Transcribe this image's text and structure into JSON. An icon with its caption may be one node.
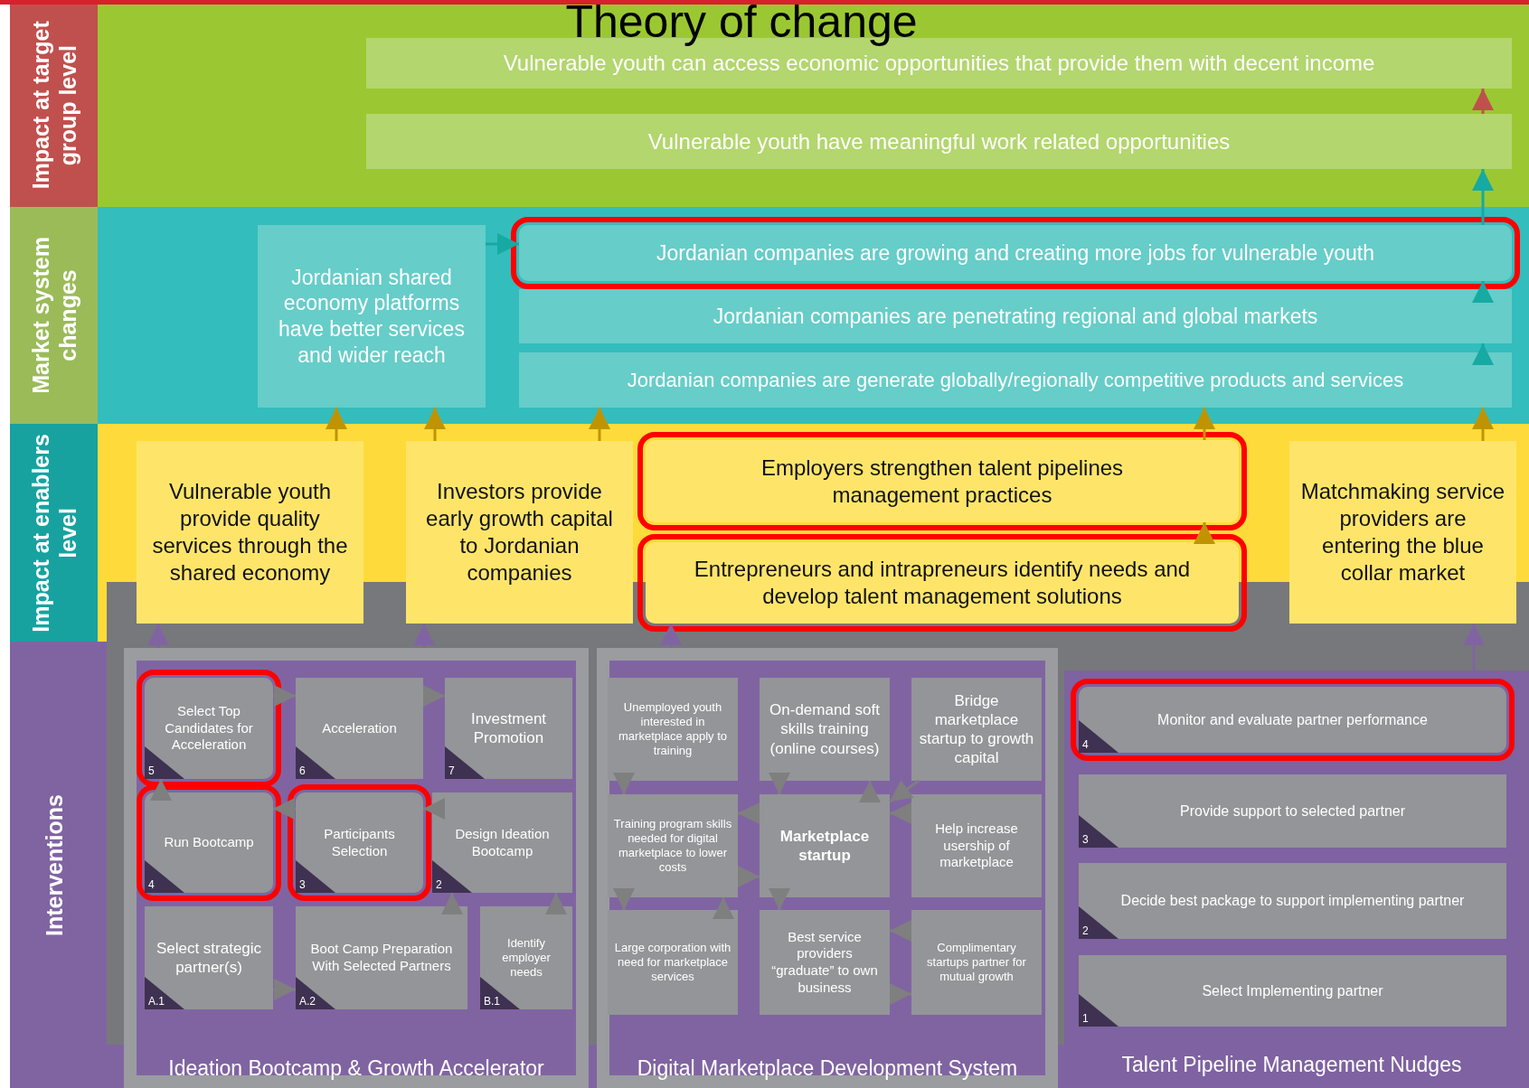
{
  "diagram": {
    "title": "Theory of change",
    "nodes": [
      {
        "text": [
          "Impact at target group level"
        ]
      },
      {
        "text": [
          "Market system changes"
        ]
      },
      {
        "text": [
          "Impact at enablers level"
        ]
      },
      {
        "text": [
          "Interventions"
        ]
      },
      {
        "text": [
          "Vulnerable youth can access economic opportunities that provide them with decent income"
        ]
      },
      {
        "text": [
          "Vulnerable youth have meaningful work related opportunities"
        ]
      },
      {
        "text": [
          "Jordanian shared economy platforms have better services and wider reach"
        ]
      },
      {
        "text": [
          "Jordanian companies are growing and creating more jobs for vulnerable youth"
        ]
      },
      {
        "text": [
          "Jordanian companies are penetrating regional and global markets"
        ]
      },
      {
        "text": [
          "Jordanian companies are generate globally/regionally competitive products and services"
        ]
      },
      {
        "text": [
          "Vulnerable youth provide quality services through the shared economy"
        ]
      },
      {
        "text": [
          "Investors provide early growth capital to Jordanian companies"
        ]
      },
      {
        "text": [
          "Employers strengthen talent pipelines management practices"
        ]
      },
      {
        "text": [
          "Entrepreneurs and intrapreneurs identify needs and develop talent management solutions"
        ]
      },
      {
        "text": [
          "Matchmaking service providers are entering the blue collar market"
        ]
      },
      {
        "text": [
          "Ideation Bootcamp & Growth Accelerator"
        ]
      },
      {
        "text": [
          "Digital Marketplace Development System"
        ]
      },
      {
        "text": [
          "Talent Pipeline Management Nudges"
        ]
      },
      {
        "text": [
          "Select Top Candidates for Acceleration",
          "5"
        ],
        "in": 15
      },
      {
        "text": [
          "Acceleration",
          "6"
        ],
        "in": 15
      },
      {
        "text": [
          "Investment Promotion",
          "7"
        ],
        "in": 15
      },
      {
        "text": [
          "Run Bootcamp",
          "4"
        ],
        "in": 15
      },
      {
        "text": [
          "Participants Selection",
          "3"
        ],
        "in": 15
      },
      {
        "text": [
          "Design Ideation Bootcamp",
          "2"
        ],
        "in": 15
      },
      {
        "text": [
          "Select strategic partner(s)",
          "A.1"
        ],
        "in": 15
      },
      {
        "text": [
          "Boot Camp Preparation With Selected Partners",
          "A.2"
        ],
        "in": 15
      },
      {
        "text": [
          "Identify employer needs",
          "B.1"
        ],
        "in": 15
      },
      {
        "text": [
          "Unemployed youth interested in marketplace apply to training"
        ],
        "in": 16
      },
      {
        "text": [
          "On-demand soft skills training (online courses)"
        ],
        "in": 16
      },
      {
        "text": [
          "Bridge marketplace startup to growth capital"
        ],
        "in": 16
      },
      {
        "text": [
          "Training program skills needed for digital marketplace to lower costs"
        ],
        "in": 16
      },
      {
        "text": [
          "Marketplace startup"
        ],
        "in": 16
      },
      {
        "text": [
          "Help increase usership of marketplace"
        ],
        "in": 16
      },
      {
        "text": [
          "Large corporation with need for marketplace services"
        ],
        "in": 16
      },
      {
        "text": [
          "Best service providers “graduate” to own business"
        ],
        "in": 16
      },
      {
        "text": [
          "Complimentary startups partner for mutual growth"
        ],
        "in": 16
      },
      {
        "text": [
          "Monitor and evaluate partner performance",
          "4"
        ],
        "in": 17
      },
      {
        "text": [
          "Provide support to selected partner",
          "3"
        ],
        "in": 17
      },
      {
        "text": [
          "Decide best package to support implementing partner",
          "2"
        ],
        "in": 17
      },
      {
        "text": [
          "Select Implementing partner",
          "1"
        ],
        "in": 17
      }
    ],
    "edges": [
      {
        "from": 5,
        "to": 4,
        "arrow": "to",
        "color": "#c0504d"
      },
      {
        "from": 7,
        "to": 5,
        "arrow": "to",
        "color": "#17a9a3"
      },
      {
        "from": 6,
        "to": 7,
        "arrow": "to",
        "color": "#17a9a3"
      },
      {
        "from": 8,
        "to": 7,
        "arrow": "to",
        "color": "#17a9a3"
      },
      {
        "from": 9,
        "to": 8,
        "arrow": "to",
        "color": "#17a9a3"
      },
      {
        "from": 10,
        "to": 6,
        "arrow": "to",
        "color": "#c09400"
      },
      {
        "from": 11,
        "to": 6,
        "arrow": "to",
        "color": "#c09400"
      },
      {
        "from": 11,
        "to": 9,
        "arrow": "to",
        "color": "#c09400"
      },
      {
        "from": 12,
        "to": 9,
        "arrow": "to",
        "color": "#c09400"
      },
      {
        "from": 14,
        "to": 9,
        "arrow": "to",
        "color": "#c09400"
      },
      {
        "from": 13,
        "to": 12,
        "arrow": "to",
        "color": "#c09400"
      },
      {
        "from": 15,
        "to": 10,
        "arrow": "to",
        "color": "#8064a2"
      },
      {
        "from": 15,
        "to": 11,
        "arrow": "to",
        "color": "#8064a2"
      },
      {
        "from": 16,
        "to": 13,
        "arrow": "to",
        "color": "#8064a2"
      },
      {
        "from": 17,
        "to": 14,
        "arrow": "to",
        "color": "#8064a2"
      },
      {
        "from": 18,
        "to": 19,
        "arrow": "to"
      },
      {
        "from": 19,
        "to": 20,
        "arrow": "to"
      },
      {
        "from": 21,
        "to": 18,
        "arrow": "to"
      },
      {
        "from": 22,
        "to": 21,
        "arrow": "to"
      },
      {
        "from": 23,
        "to": 22,
        "arrow": "to"
      },
      {
        "from": 24,
        "to": 25,
        "arrow": "to"
      },
      {
        "from": 25,
        "to": 23,
        "arrow": "to"
      },
      {
        "from": 26,
        "to": 23,
        "arrow": "to"
      },
      {
        "from": 27,
        "to": 30,
        "arrow": "to"
      },
      {
        "from": 30,
        "to": 33,
        "arrow": "to"
      },
      {
        "from": 33,
        "to": 30,
        "arrow": "to"
      },
      {
        "from": 31,
        "to": 30,
        "arrow": "to"
      },
      {
        "from": 30,
        "to": 31,
        "arrow": "to"
      },
      {
        "from": 28,
        "to": 31,
        "arrow": "to"
      },
      {
        "from": 31,
        "to": 28,
        "arrow": "to"
      },
      {
        "from": 32,
        "to": 31,
        "arrow": "to"
      },
      {
        "from": 29,
        "to": 31,
        "arrow": "to"
      },
      {
        "from": 31,
        "to": 34,
        "arrow": "to"
      },
      {
        "from": 35,
        "to": 34,
        "arrow": "to"
      },
      {
        "from": 34,
        "to": 35,
        "arrow": "to"
      }
    ]
  }
}
